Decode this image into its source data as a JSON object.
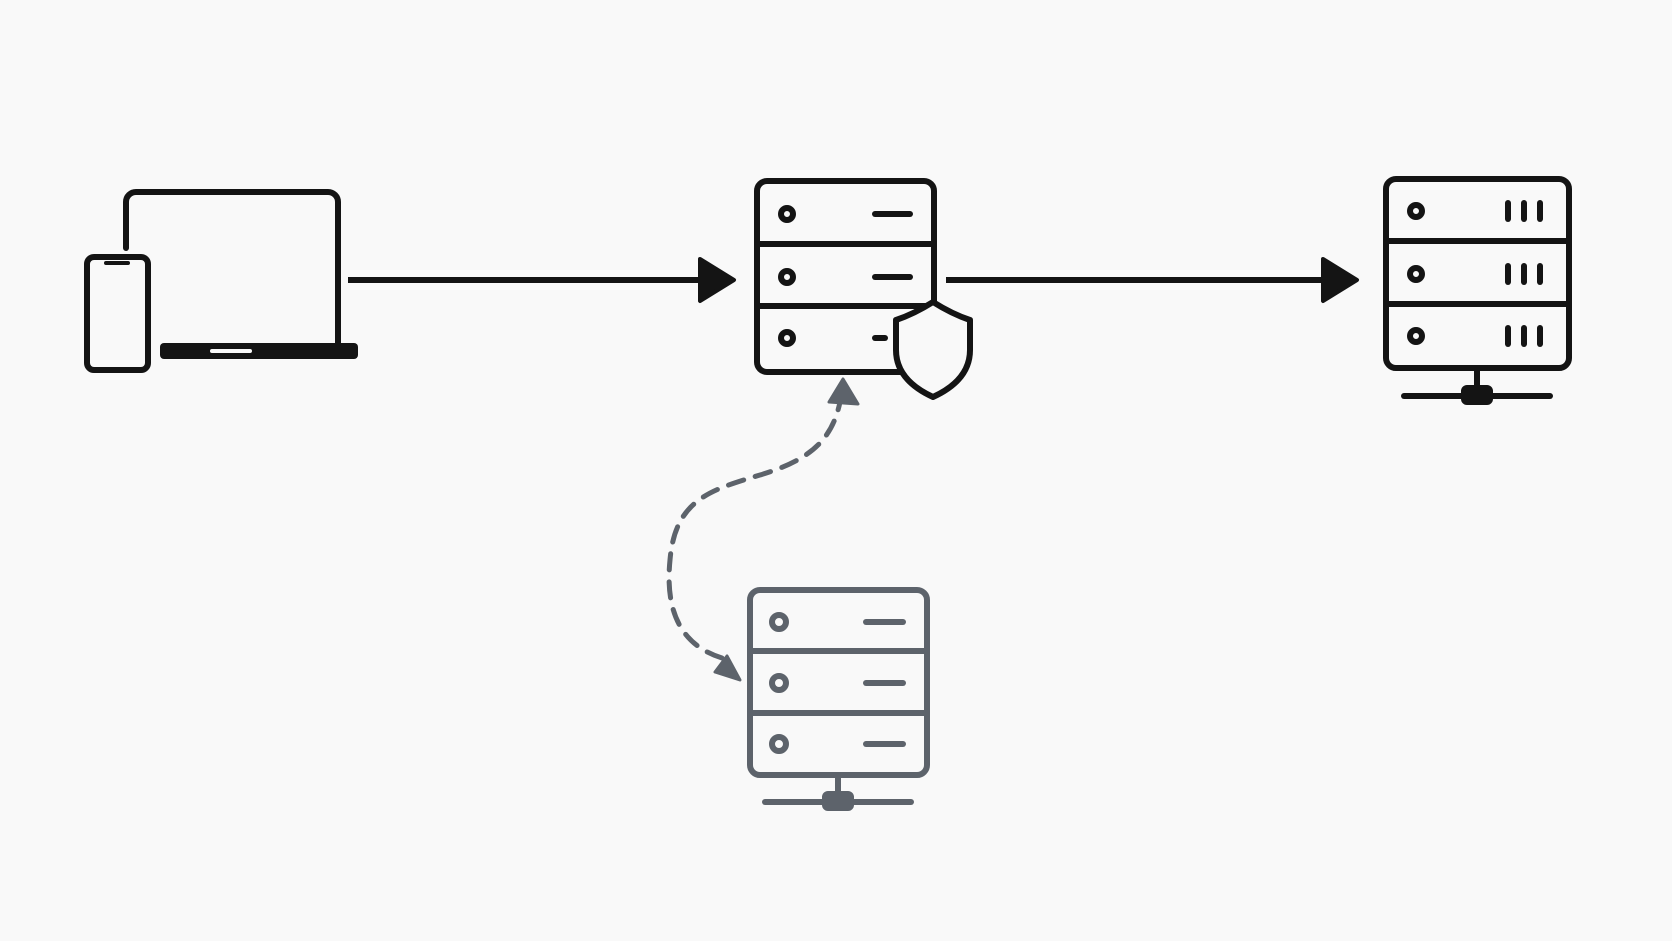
{
  "diagram": {
    "nodes": [
      {
        "id": "client-devices",
        "icon": "laptop-and-phone-icon"
      },
      {
        "id": "secure-server",
        "icon": "server-with-shield-icon"
      },
      {
        "id": "destination-server",
        "icon": "network-server-icon"
      },
      {
        "id": "backup-server",
        "icon": "network-server-icon"
      }
    ],
    "edges": [
      {
        "from": "client-devices",
        "to": "secure-server",
        "style": "solid"
      },
      {
        "from": "secure-server",
        "to": "destination-server",
        "style": "solid"
      },
      {
        "from": "backup-server",
        "to": "secure-server",
        "style": "dashed",
        "bidirectional": true
      }
    ]
  },
  "colors": {
    "background": "#f9f9f9",
    "primary_stroke": "#141414",
    "secondary_stroke": "#5d636b"
  }
}
